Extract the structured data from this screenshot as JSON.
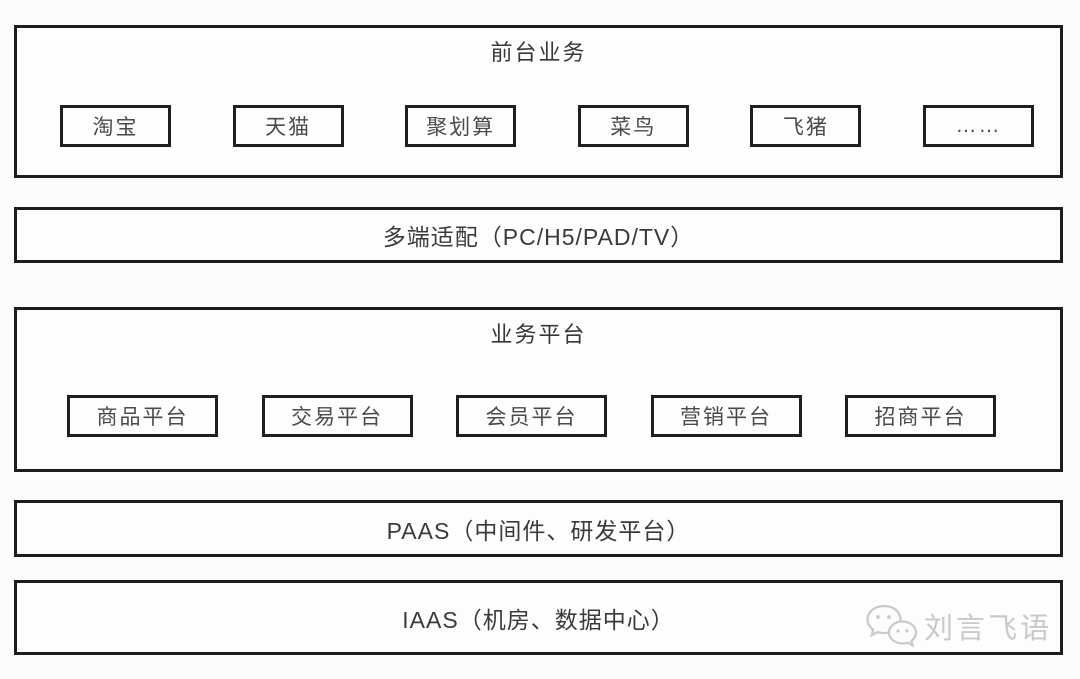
{
  "diagram": {
    "layers": {
      "frontend": {
        "title": "前台业务",
        "items": [
          "淘宝",
          "天猫",
          "聚划算",
          "菜鸟",
          "飞猪",
          "……"
        ]
      },
      "adapter": {
        "label": "多端适配（PC/H5/PAD/TV）"
      },
      "business": {
        "title": "业务平台",
        "items": [
          "商品平台",
          "交易平台",
          "会员平台",
          "营销平台",
          "招商平台"
        ]
      },
      "paas": {
        "label": "PAAS（中间件、研发平台）"
      },
      "iaas": {
        "label": "IAAS（机房、数据中心）"
      }
    },
    "watermark": {
      "text": "刘言飞语",
      "icon": "wechat-chat-bubbles-icon",
      "color": "#c9c9c9"
    },
    "colors": {
      "border": "#1d1d1d",
      "text": "#3b3b3b",
      "background": "#fcfcfc"
    }
  }
}
